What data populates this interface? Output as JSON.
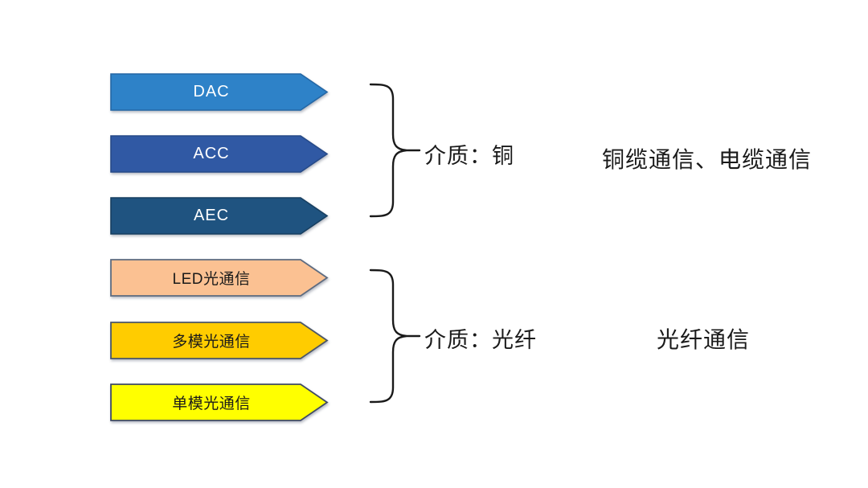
{
  "diagram": {
    "background": "#ffffff",
    "brace_color": "#1a1a1a",
    "text_color": "#1a1a1a"
  },
  "arrows": [
    {
      "label": "DAC",
      "fill": "#2E82C8",
      "stroke": "#2467A6",
      "text_color": "#ffffff"
    },
    {
      "label": "ACC",
      "fill": "#3059A4",
      "stroke": "#264A88",
      "text_color": "#ffffff"
    },
    {
      "label": "AEC",
      "fill": "#1F5380",
      "stroke": "#173F61",
      "text_color": "#ffffff"
    },
    {
      "label": "LED光通信",
      "fill": "#FBC192",
      "stroke": "#5D6B80",
      "text_color": "#1a1a1a"
    },
    {
      "label": "多模光通信",
      "fill": "#FFCC00",
      "stroke": "#4A5568",
      "text_color": "#1a1a1a"
    },
    {
      "label": "单模光通信",
      "fill": "#FFFF00",
      "stroke": "#3F4A66",
      "text_color": "#1a1a1a"
    }
  ],
  "groups": [
    {
      "medium_label": "介质：铜",
      "category_label": "铜缆通信、电缆通信"
    },
    {
      "medium_label": "介质：光纤",
      "category_label": "光纤通信"
    }
  ]
}
